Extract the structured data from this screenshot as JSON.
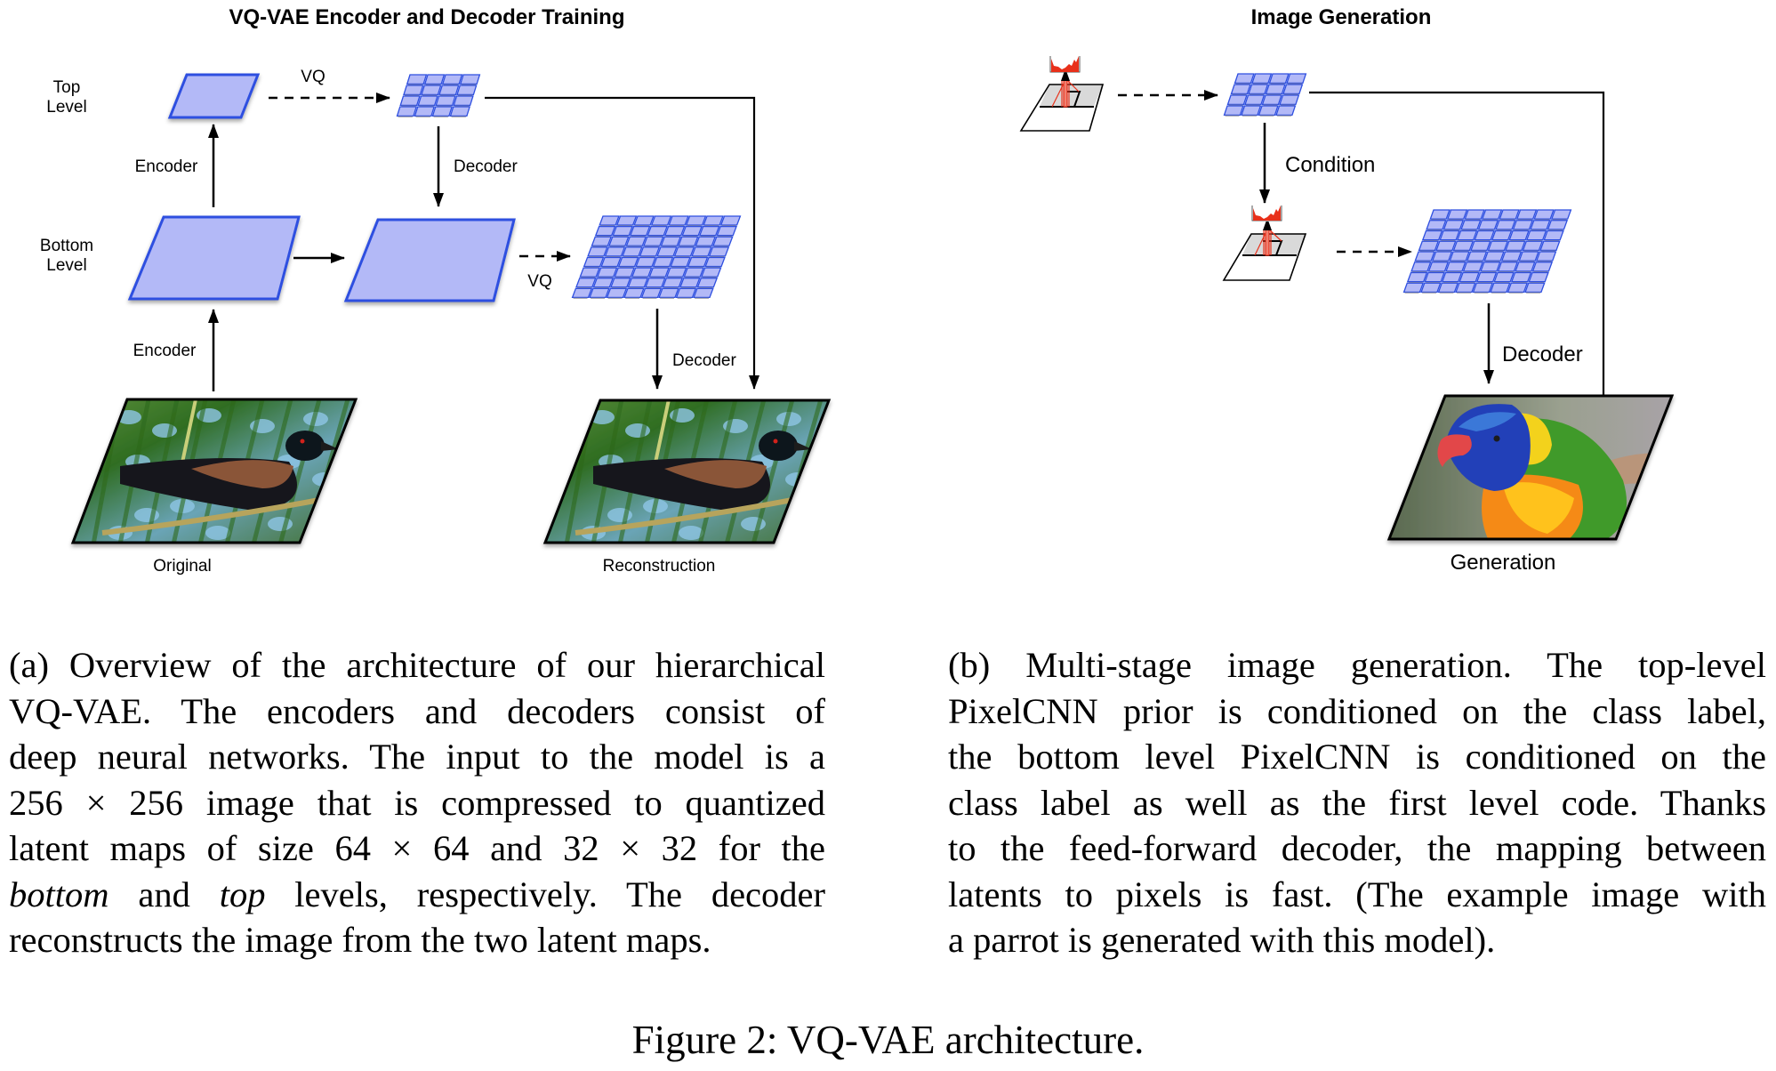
{
  "panel_a": {
    "title": "VQ-VAE Encoder and Decoder Training",
    "row_labels": {
      "top": [
        "Top",
        "Level"
      ],
      "bottom": [
        "Bottom",
        "Level"
      ]
    },
    "arrow_labels": {
      "vq_top": "VQ",
      "vq_bottom": "VQ",
      "encoder_top": "Encoder",
      "encoder_bottom": "Encoder",
      "decoder_top": "Decoder",
      "decoder_bottom": "Decoder"
    },
    "image_labels": {
      "original": "Original",
      "reconstruction": "Reconstruction"
    },
    "top_codebook_grid": {
      "rows": 4,
      "cols": 4
    },
    "bottom_codebook_grid": {
      "rows": 8,
      "cols": 8
    },
    "caption_lines": [
      [
        "(a) Overview of the architecture of our hierarchical"
      ],
      [
        "VQ-VAE. The encoders and decoders consist of"
      ],
      [
        "deep neural networks. The input to the model is a"
      ],
      [
        "256 × 256 image that is compressed to quantized"
      ],
      [
        "latent maps of size 64 × 64 and 32 × 32 for the"
      ],
      [
        "bottom",
        " and ",
        "top",
        " levels, respectively.  The decoder"
      ],
      [
        "reconstructs the image from the two latent maps."
      ]
    ]
  },
  "panel_b": {
    "title": "Image Generation",
    "arrow_labels": {
      "condition": "Condition",
      "decoder": "Decoder"
    },
    "image_labels": {
      "generation": "Generation"
    },
    "top_codebook_grid": {
      "rows": 4,
      "cols": 4
    },
    "bottom_codebook_grid": {
      "rows": 8,
      "cols": 8
    },
    "caption_lines": [
      "(b) Multi-stage image generation.  The top-level",
      "PixelCNN prior is conditioned on the class label,",
      "the bottom level PixelCNN is conditioned on the",
      "class label as well as the first level code. Thanks",
      "to the feed-forward decoder, the mapping between",
      "latents to pixels is fast. (The example image with",
      "a parrot is generated with this model)."
    ]
  },
  "figure_caption": "Figure 2: VQ-VAE architecture.",
  "colors": {
    "latent_fill": "#b3b9f7",
    "latent_stroke": "#2e4fe0",
    "histogram_red": "#e8301a",
    "context_gray": "#d9d9d9"
  }
}
